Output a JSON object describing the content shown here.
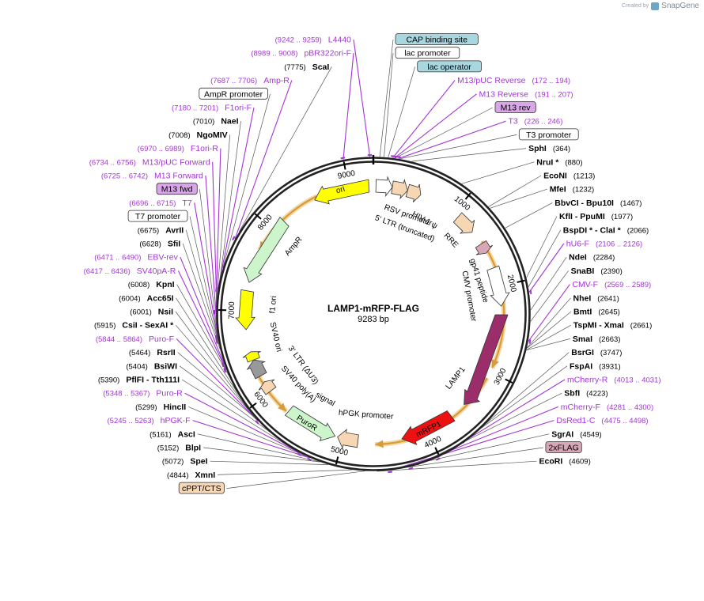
{
  "watermark": {
    "prefix": "Created by",
    "name": "SnapGene"
  },
  "plasmid": {
    "name": "LAMP1-mRFP-FLAG",
    "size": "9283 bp",
    "length": 9283
  },
  "colors": {
    "backbone": "#222222",
    "site_label": "#000000",
    "primer": "#a535d6",
    "feature_arrow": "#d79b3a"
  },
  "ticks": [
    {
      "bp": 1000,
      "label": "1000"
    },
    {
      "bp": 2000,
      "label": "2000"
    },
    {
      "bp": 3000,
      "label": "3000"
    },
    {
      "bp": 4000,
      "label": "4000"
    },
    {
      "bp": 5000,
      "label": "5000"
    },
    {
      "bp": 6000,
      "label": "6000"
    },
    {
      "bp": 7000,
      "label": "7000"
    },
    {
      "bp": 8000,
      "label": "8000"
    },
    {
      "bp": 9000,
      "label": "9000"
    }
  ],
  "labels": [
    {
      "bp": 9250,
      "kind": "primer",
      "name": "L4440",
      "pos": "(9242 .. 9259)"
    },
    {
      "bp": 8998,
      "kind": "primer",
      "name": "pBR322ori-F",
      "pos": "(8989 .. 9008)"
    },
    {
      "bp": 60,
      "kind": "box",
      "name": "CAP binding site",
      "box": "#a9d7e0"
    },
    {
      "bp": 100,
      "kind": "box",
      "name": "lac promoter",
      "box": "#ffffff"
    },
    {
      "bp": 183,
      "kind": "primer",
      "name": "M13/pUC Reverse",
      "pos": "(172 .. 194)"
    },
    {
      "bp": 140,
      "kind": "box",
      "name": "lac operator",
      "box": "#a9d7e0"
    },
    {
      "bp": 199,
      "kind": "primer",
      "name": "M13 Reverse",
      "pos": "(191 .. 207)"
    },
    {
      "bp": 205,
      "kind": "box",
      "name": "M13 rev",
      "box": "#d9a6e8"
    },
    {
      "bp": 236,
      "kind": "primer",
      "name": "T3",
      "pos": "(226 .. 246)"
    },
    {
      "bp": 250,
      "kind": "box",
      "name": "T3 promoter",
      "box": "#ffffff"
    },
    {
      "bp": 364,
      "kind": "site",
      "name": "SphI",
      "pos": "(364)"
    },
    {
      "bp": 880,
      "kind": "site",
      "name": "NruI *",
      "pos": "(880)"
    },
    {
      "bp": 1213,
      "kind": "site",
      "name": "EcoNI",
      "pos": "(1213)"
    },
    {
      "bp": 1232,
      "kind": "site",
      "name": "MfeI",
      "pos": "(1232)"
    },
    {
      "bp": 1467,
      "kind": "site",
      "name": "BbvCI  - Bpu10I",
      "pos": "(1467)"
    },
    {
      "bp": 1977,
      "kind": "site",
      "name": "KflI  - PpuMI",
      "pos": "(1977)"
    },
    {
      "bp": 2066,
      "kind": "site",
      "name": "BspDI *  - ClaI *",
      "pos": "(2066)"
    },
    {
      "bp": 2116,
      "kind": "primer",
      "name": "hU6-F",
      "pos": "(2106 .. 2126)"
    },
    {
      "bp": 2284,
      "kind": "site",
      "name": "NdeI",
      "pos": "(2284)"
    },
    {
      "bp": 2390,
      "kind": "site",
      "name": "SnaBI",
      "pos": "(2390)"
    },
    {
      "bp": 2579,
      "kind": "primer",
      "name": "CMV-F",
      "pos": "(2569 .. 2589)"
    },
    {
      "bp": 2641,
      "kind": "site",
      "name": "NheI",
      "pos": "(2641)"
    },
    {
      "bp": 2645,
      "kind": "site",
      "name": "BmtI",
      "pos": "(2645)"
    },
    {
      "bp": 2661,
      "kind": "site",
      "name": "TspMI  - XmaI",
      "pos": "(2661)"
    },
    {
      "bp": 2663,
      "kind": "site",
      "name": "SmaI",
      "pos": "(2663)"
    },
    {
      "bp": 3747,
      "kind": "site",
      "name": "BsrGI",
      "pos": "(3747)"
    },
    {
      "bp": 3931,
      "kind": "site",
      "name": "FspAI",
      "pos": "(3931)"
    },
    {
      "bp": 4022,
      "kind": "primer",
      "name": "mCherry-R",
      "pos": "(4013 .. 4031)"
    },
    {
      "bp": 4223,
      "kind": "site",
      "name": "SbfI",
      "pos": "(4223)"
    },
    {
      "bp": 4290,
      "kind": "primer",
      "name": "mCherry-F",
      "pos": "(4281 .. 4300)"
    },
    {
      "bp": 4486,
      "kind": "primer",
      "name": "DsRed1-C",
      "pos": "(4475 .. 4498)"
    },
    {
      "bp": 4549,
      "kind": "site",
      "name": "SgrAI",
      "pos": "(4549)"
    },
    {
      "bp": 4575,
      "kind": "box",
      "name": "2xFLAG",
      "box": "#d9a6b8"
    },
    {
      "bp": 4609,
      "kind": "site",
      "name": "EcoRI",
      "pos": "(4609)"
    },
    {
      "bp": 4720,
      "kind": "box",
      "name": "cPPT/CTS",
      "box": "#f7d6b4"
    },
    {
      "bp": 4844,
      "kind": "site",
      "name": "XmnI",
      "pos": "(4844)"
    },
    {
      "bp": 5072,
      "kind": "site",
      "name": "SpeI",
      "pos": "(5072)"
    },
    {
      "bp": 5152,
      "kind": "site",
      "name": "BlpI",
      "pos": "(5152)"
    },
    {
      "bp": 5161,
      "kind": "site",
      "name": "AscI",
      "pos": "(5161)"
    },
    {
      "bp": 5254,
      "kind": "primer",
      "name": "hPGK-F",
      "pos": "(5245 .. 5263)"
    },
    {
      "bp": 5299,
      "kind": "site",
      "name": "HincII",
      "pos": "(5299)"
    },
    {
      "bp": 5357,
      "kind": "primer",
      "name": "Puro-R",
      "pos": "(5348 .. 5367)"
    },
    {
      "bp": 5390,
      "kind": "site",
      "name": "PflFI  - Tth111I",
      "pos": "(5390)"
    },
    {
      "bp": 5404,
      "kind": "site",
      "name": "BsiWI",
      "pos": "(5404)"
    },
    {
      "bp": 5464,
      "kind": "site",
      "name": "RsrII",
      "pos": "(5464)"
    },
    {
      "bp": 5854,
      "kind": "primer",
      "name": "Puro-F",
      "pos": "(5844 .. 5864)"
    },
    {
      "bp": 5915,
      "kind": "site",
      "name": "CsiI  - SexAI *",
      "pos": "(5915)"
    },
    {
      "bp": 6001,
      "kind": "site",
      "name": "NsiI",
      "pos": "(6001)"
    },
    {
      "bp": 6004,
      "kind": "site",
      "name": "Acc65I",
      "pos": "(6004)"
    },
    {
      "bp": 6008,
      "kind": "site",
      "name": "KpnI",
      "pos": "(6008)"
    },
    {
      "bp": 6426,
      "kind": "primer",
      "name": "SV40pA-R",
      "pos": "(6417 .. 6436)"
    },
    {
      "bp": 6480,
      "kind": "primer",
      "name": "EBV-rev",
      "pos": "(6471 .. 6490)"
    },
    {
      "bp": 6628,
      "kind": "site",
      "name": "SfiI",
      "pos": "(6628)"
    },
    {
      "bp": 6675,
      "kind": "site",
      "name": "AvrII",
      "pos": "(6675)"
    },
    {
      "bp": 6700,
      "kind": "box",
      "name": "T7 promoter",
      "box": "#ffffff"
    },
    {
      "bp": 6705,
      "kind": "primer",
      "name": "T7",
      "pos": "(6696 .. 6715)"
    },
    {
      "bp": 6720,
      "kind": "box",
      "name": "M13 fwd",
      "box": "#d9a6e8"
    },
    {
      "bp": 6733,
      "kind": "primer",
      "name": "M13 Forward",
      "pos": "(6725 .. 6742)"
    },
    {
      "bp": 6745,
      "kind": "primer",
      "name": "M13/pUC Forward",
      "pos": "(6734 .. 6756)"
    },
    {
      "bp": 6979,
      "kind": "primer",
      "name": "F1ori-R",
      "pos": "(6970 .. 6989)"
    },
    {
      "bp": 7008,
      "kind": "site",
      "name": "NgoMIV",
      "pos": "(7008)"
    },
    {
      "bp": 7010,
      "kind": "site",
      "name": "NaeI",
      "pos": "(7010)"
    },
    {
      "bp": 7190,
      "kind": "primer",
      "name": "F1ori-F",
      "pos": "(7180 .. 7201)"
    },
    {
      "bp": 7400,
      "kind": "box",
      "name": "AmpR promoter",
      "box": "#ffffff"
    },
    {
      "bp": 7696,
      "kind": "primer",
      "name": "Amp-R",
      "pos": "(7687 .. 7706)"
    },
    {
      "bp": 7775,
      "kind": "site",
      "name": "ScaI",
      "pos": "(7775)"
    }
  ],
  "orange_arcs": [
    {
      "start": 1450,
      "end": 2950,
      "dir": 1
    },
    {
      "start": 3080,
      "end": 4620,
      "dir": 1
    },
    {
      "start": 5720,
      "end": 6280,
      "dir": -1
    },
    {
      "start": 7720,
      "end": 8620,
      "dir": -1
    }
  ],
  "features": [
    {
      "name": "RSV promoter",
      "start": 30,
      "end": 220,
      "dir": 1,
      "color": "#ffffff",
      "ring": 162
    },
    {
      "name": "5' LTR (truncated)",
      "start": 220,
      "end": 400,
      "dir": 1,
      "color": "#f7d6b4",
      "ring": 162
    },
    {
      "name": "HIV-1 ψ",
      "start": 400,
      "end": 560,
      "dir": 1,
      "color": "#f7d6b4",
      "ring": 162
    },
    {
      "name": "RRE",
      "start": 1060,
      "end": 1300,
      "dir": 1,
      "color": "#f7d6b4",
      "ring": 162
    },
    {
      "name": "gp41 peptide",
      "start": 1470,
      "end": 1590,
      "dir": 1,
      "color": "#d9a6b8",
      "ring": 162
    },
    {
      "name": "CMV promoter",
      "start": 1780,
      "end": 2230,
      "dir": 1,
      "color": "#ffffff",
      "ring": 162
    },
    {
      "name": "LAMP1",
      "start": 2330,
      "end": 3480,
      "dir": 1,
      "color": "#9b2d6b",
      "ring": 162
    },
    {
      "name": "mRFP1",
      "start": 3680,
      "end": 4310,
      "dir": 1,
      "color": "#ee1111",
      "ring": 162
    },
    {
      "name": "hPGK promoter",
      "start": 4820,
      "end": 5060,
      "dir": 1,
      "color": "#f7d6b4",
      "ring": 162
    },
    {
      "name": "PuroR",
      "start": 5090,
      "end": 5700,
      "dir": -1,
      "color": "#ccf5cc",
      "ring": 162
    },
    {
      "name": "SV40 poly(A) signal",
      "start": 6010,
      "end": 6140,
      "dir": 1,
      "color": "#f7d6b4",
      "ring": 162
    },
    {
      "name": "3' LTR (ΔU3)",
      "start": 6220,
      "end": 6420,
      "dir": 1,
      "color": "#999999",
      "ring": 162
    },
    {
      "name": "SV40 ori",
      "start": 6420,
      "end": 6520,
      "dir": 1,
      "color": "#ffff00",
      "ring": 162
    },
    {
      "name": "f1 ori",
      "start": 6780,
      "end": 7230,
      "dir": -1,
      "color": "#ffff00",
      "ring": 162
    },
    {
      "name": "AmpR",
      "start": 7330,
      "end": 8150,
      "dir": -1,
      "color": "#ccf5cc",
      "ring": 162
    },
    {
      "name": "ori",
      "start": 8580,
      "end": 9230,
      "dir": -1,
      "color": "#ffff00",
      "ring": 162
    }
  ],
  "inner_labels": [
    {
      "text": "ori",
      "bp": 8900,
      "r": 162
    },
    {
      "text": "RSV promoter",
      "bp": 500,
      "r": 132
    },
    {
      "text": "5' LTR (truncated)",
      "bp": 520,
      "r": 115
    },
    {
      "text": "HIV-1 ψ",
      "bp": 740,
      "r": 135
    },
    {
      "text": "RRE",
      "bp": 1200,
      "r": 135
    },
    {
      "text": "gp41 peptide",
      "bp": 1870,
      "r": 140
    },
    {
      "text": "CMV promoter",
      "bp": 2050,
      "r": 123
    },
    {
      "text": "LAMP1",
      "bp": 3300,
      "r": 132
    },
    {
      "text": "mRFP1",
      "bp": 3980,
      "r": 162
    },
    {
      "text": "hPGK promoter",
      "bp": 4750,
      "r": 128
    },
    {
      "text": "PuroR",
      "bp": 5450,
      "r": 162
    },
    {
      "text": "signal",
      "bp": 5400,
      "r": 124
    },
    {
      "text": "SV40 poly(A)",
      "bp": 5850,
      "r": 130
    },
    {
      "text": "3' LTR (ΔU3)",
      "bp": 6030,
      "r": 110
    },
    {
      "text": "SV40 ori",
      "bp": 6620,
      "r": 127
    },
    {
      "text": "f1 ori",
      "bp": 7100,
      "r": 127
    },
    {
      "text": "AmpR",
      "bp": 8000,
      "r": 132
    }
  ]
}
